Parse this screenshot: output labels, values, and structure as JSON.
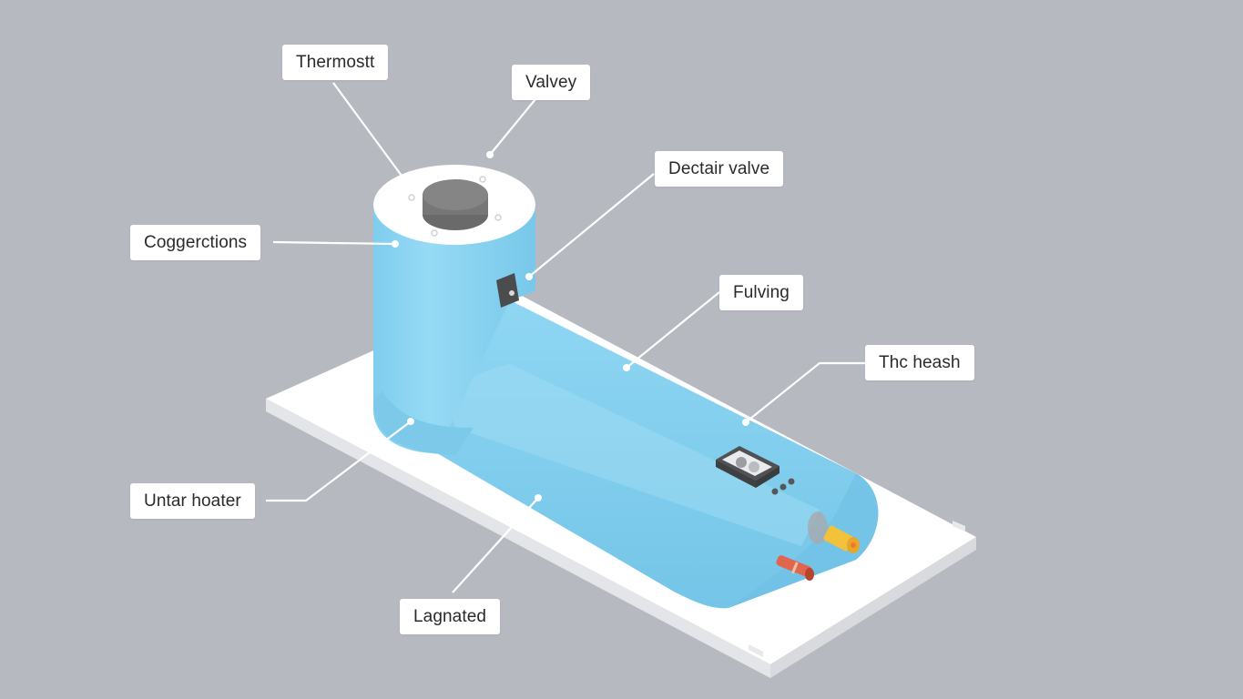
{
  "diagram": {
    "subject": "Water heater (isometric cutaway illustration)",
    "colors": {
      "background": "#b6b9c0",
      "tank_body": "#86d2f0",
      "tank_shadow": "#6fc3e6",
      "tank_highlight": "#a3def5",
      "cap_top": "#ffffff",
      "thermostat_knob": "#7a7a7a",
      "base_plate": "#ffffff",
      "base_edge": "#e4e6ea",
      "control_box": "#4f5153",
      "hot_outlet": "#f2c23a",
      "cold_inlet": "#e0664e",
      "leader_line": "#ffffff",
      "label_bg": "#ffffff",
      "label_text": "#2a2a2a"
    },
    "labels": [
      {
        "id": "thermostat",
        "text": "Thermostt"
      },
      {
        "id": "valve-top",
        "text": "Valvey"
      },
      {
        "id": "drain-valve",
        "text": "Dectair valve"
      },
      {
        "id": "connections",
        "text": "Coggerctions"
      },
      {
        "id": "fuel-line",
        "text": "Fulving"
      },
      {
        "id": "heat-exchanger",
        "text": "Thc heash"
      },
      {
        "id": "water-heater",
        "text": "Untar hoater"
      },
      {
        "id": "insulated",
        "text": "Lagnated"
      }
    ]
  }
}
